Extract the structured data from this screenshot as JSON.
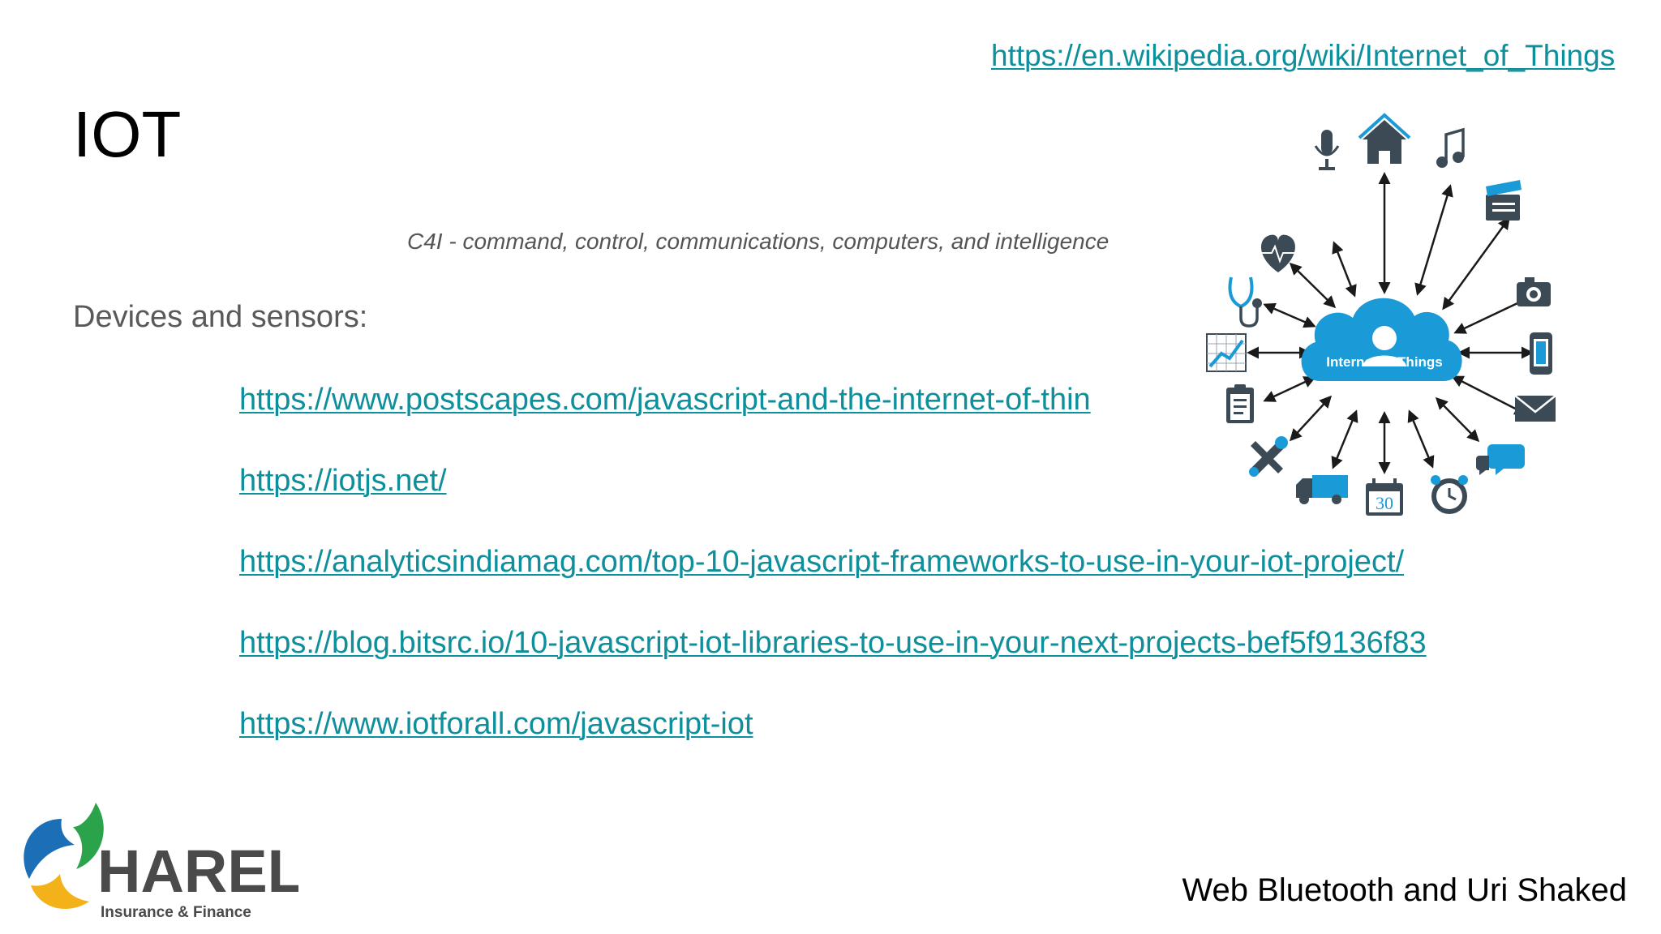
{
  "slide": {
    "title": "IOT",
    "top_link": "https://en.wikipedia.org/wiki/Internet_of_Things",
    "subtitle": "C4I - command, control, communications, computers, and intelligence",
    "section_label": "Devices and sensors:",
    "links": [
      "https://www.postscapes.com/javascript-and-the-internet-of-thin",
      "https://iotjs.net/",
      "https://analyticsindiamag.com/top-10-javascript-frameworks-to-use-in-your-iot-project/",
      "https://blog.bitsrc.io/10-javascript-iot-libraries-to-use-in-your-next-projects-bef5f9136f83",
      "https://www.iotforall.com/javascript-iot"
    ],
    "footer": "Web Bluetooth and Uri Shaked"
  },
  "diagram": {
    "cloud_label": "Internet of Things",
    "calendar_number": "30",
    "icons": [
      "microphone-icon",
      "home-icon",
      "music-note-icon",
      "clapperboard-icon",
      "camera-icon",
      "smartphone-icon",
      "envelope-icon",
      "chat-bubble-icon",
      "alarm-clock-icon",
      "calendar-icon",
      "truck-icon",
      "tools-icon",
      "clipboard-icon",
      "chart-icon",
      "stethoscope-icon",
      "heart-icon"
    ],
    "colors": {
      "cloud": "#1a9ad6",
      "icon": "#3c4a56",
      "arrow": "#1a1a1a"
    }
  },
  "logo": {
    "name": "HAREL",
    "tagline": "Insurance & Finance",
    "colors": {
      "blue": "#1c6fb7",
      "green": "#2aa34a",
      "yellow": "#f3b21a",
      "text": "#4a4a4a"
    }
  },
  "theme": {
    "link_color": "#0e8f9c",
    "title_color": "#000000",
    "label_color": "#595959"
  }
}
